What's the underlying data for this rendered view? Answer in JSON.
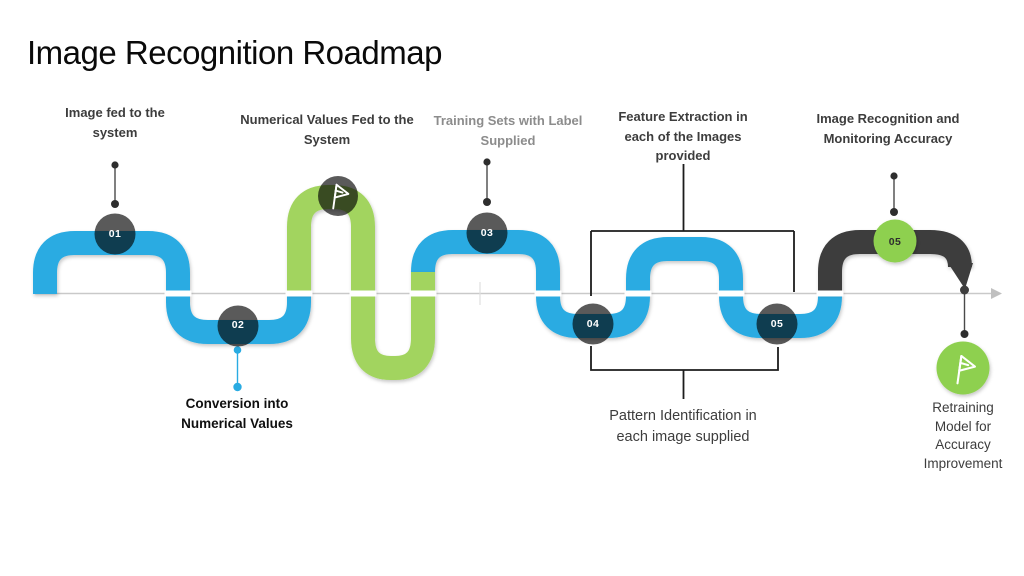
{
  "title": "Image Recognition Roadmap",
  "colors": {
    "blue": "#29abe2",
    "green": "#a2d45e",
    "node_green": "#8ed04f",
    "dark_path": "#3d3d3d",
    "node_dark": "#5a5a5a",
    "axis": "#c9c9c9"
  },
  "steps": {
    "step1": {
      "num": "01",
      "label": "Image fed to the system"
    },
    "step2": {
      "num": "02",
      "label": "Conversion into Numerical Values"
    },
    "flag1": {
      "label": "Numerical Values Fed to the System"
    },
    "step3": {
      "num": "03",
      "label": "Training Sets with Label Supplied"
    },
    "step4": {
      "num": "04",
      "label": "Feature Extraction in each of the Images provided"
    },
    "step5": {
      "num": "05",
      "label": "Pattern Identification in each image supplied"
    },
    "step6": {
      "num": "05",
      "label": "Image Recognition and Monitoring Accuracy"
    },
    "final": {
      "label": "Retraining Model for Accuracy Improvement"
    }
  }
}
